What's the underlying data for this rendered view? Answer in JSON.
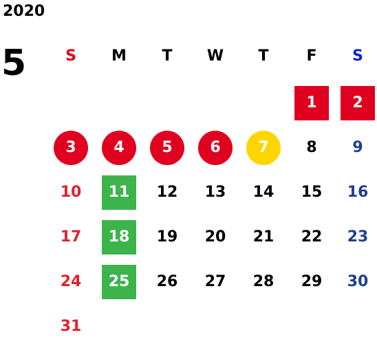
{
  "calendar": {
    "year": "2020",
    "month": "5",
    "weekdays": [
      "S",
      "M",
      "T",
      "W",
      "T",
      "F",
      "S"
    ],
    "weekday_colors": [
      "#e0001f",
      "#000000",
      "#000000",
      "#000000",
      "#000000",
      "#000000",
      "#0b27c9"
    ],
    "first_weekday": 5,
    "days_in_month": 31,
    "weekend_colors": {
      "sunday": "#e0222e",
      "saturday": "#1f3f8f",
      "weekday": "#000000"
    },
    "highlights": [
      {
        "day": 1,
        "shape": "square",
        "bg": "#e0001f",
        "fg": "#ffffff"
      },
      {
        "day": 2,
        "shape": "square",
        "bg": "#e0001f",
        "fg": "#ffffff"
      },
      {
        "day": 3,
        "shape": "circle",
        "bg": "#e0001f",
        "fg": "#ffffff"
      },
      {
        "day": 4,
        "shape": "circle",
        "bg": "#e0001f",
        "fg": "#ffffff"
      },
      {
        "day": 5,
        "shape": "circle",
        "bg": "#e0001f",
        "fg": "#ffffff"
      },
      {
        "day": 6,
        "shape": "circle",
        "bg": "#e0001f",
        "fg": "#ffffff"
      },
      {
        "day": 7,
        "shape": "circle",
        "bg": "#ffd500",
        "fg": "#ffffff"
      },
      {
        "day": 11,
        "shape": "square",
        "bg": "#3cb44b",
        "fg": "#ffffff"
      },
      {
        "day": 18,
        "shape": "square",
        "bg": "#3cb44b",
        "fg": "#ffffff"
      },
      {
        "day": 25,
        "shape": "square",
        "bg": "#3cb44b",
        "fg": "#ffffff"
      }
    ]
  }
}
